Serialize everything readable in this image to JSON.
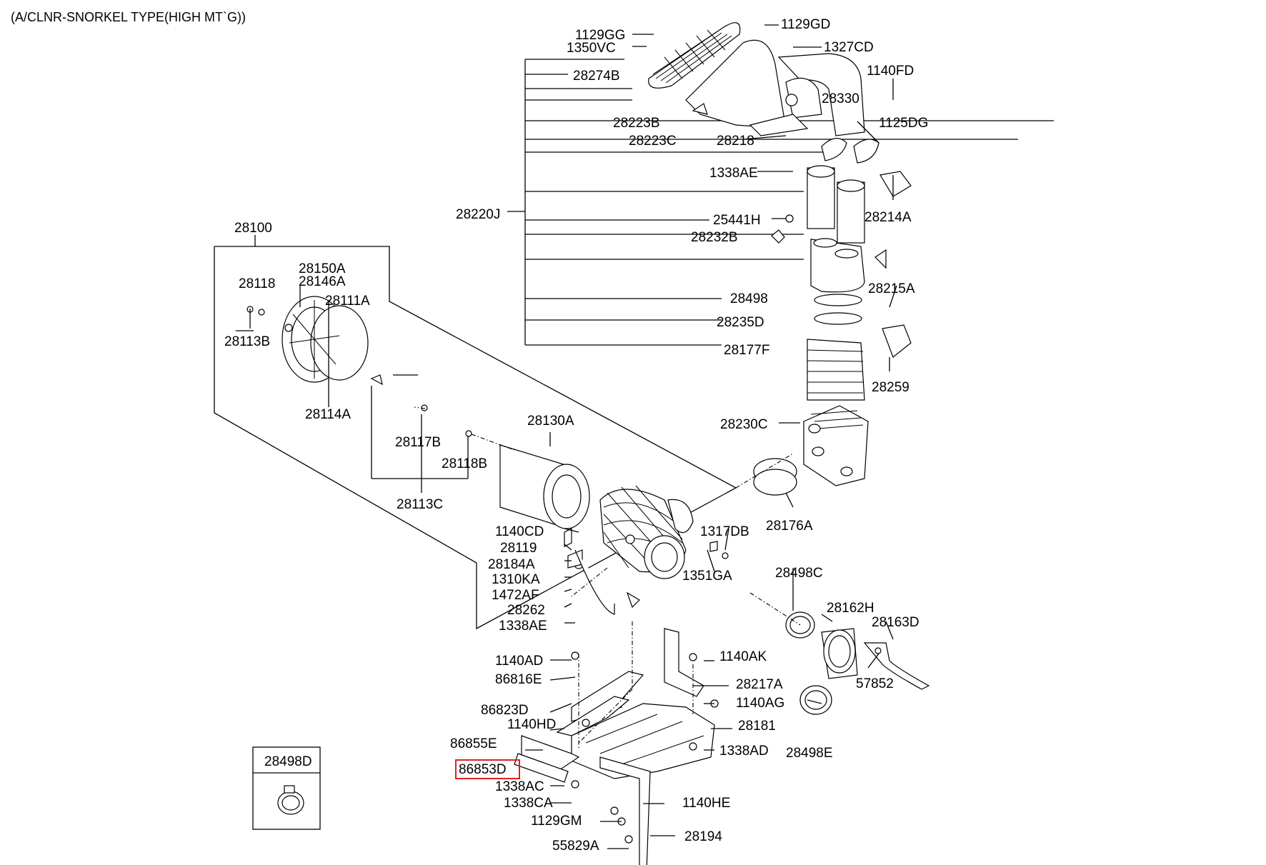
{
  "title": "(A/CLNR-SNORKEL TYPE(HIGH MT`G))",
  "callouts": [
    "1129GG",
    "1350VC",
    "1129GD",
    "1327CD",
    "28274B",
    "1140FD",
    "28330",
    "1125DG",
    "28223B",
    "28223C",
    "28218",
    "1338AE",
    "28214A",
    "28220J",
    "25441H",
    "28232B",
    "28100",
    "28150A",
    "28146A",
    "28118",
    "28111A",
    "28113B",
    "28498",
    "28215A",
    "28235D",
    "28177F",
    "28259",
    "28114A",
    "28130A",
    "28230C",
    "28117B",
    "28118B",
    "28113C",
    "28176A",
    "1140CD",
    "1317DB",
    "28119",
    "28184A",
    "1310KA",
    "1351GA",
    "28498C",
    "1472AF",
    "28262",
    "1338AE",
    "28162H",
    "28163D",
    "1140AD",
    "1140AK",
    "86816E",
    "28217A",
    "57852",
    "86823D",
    "1140AG",
    "1140HD",
    "28181",
    "86855E",
    "1338AD",
    "28498E",
    "86853D",
    "1338AC",
    "1338CA",
    "1140HE",
    "1129GM",
    "28194",
    "55829A",
    "28498D"
  ],
  "highlighted_part": "86853D"
}
